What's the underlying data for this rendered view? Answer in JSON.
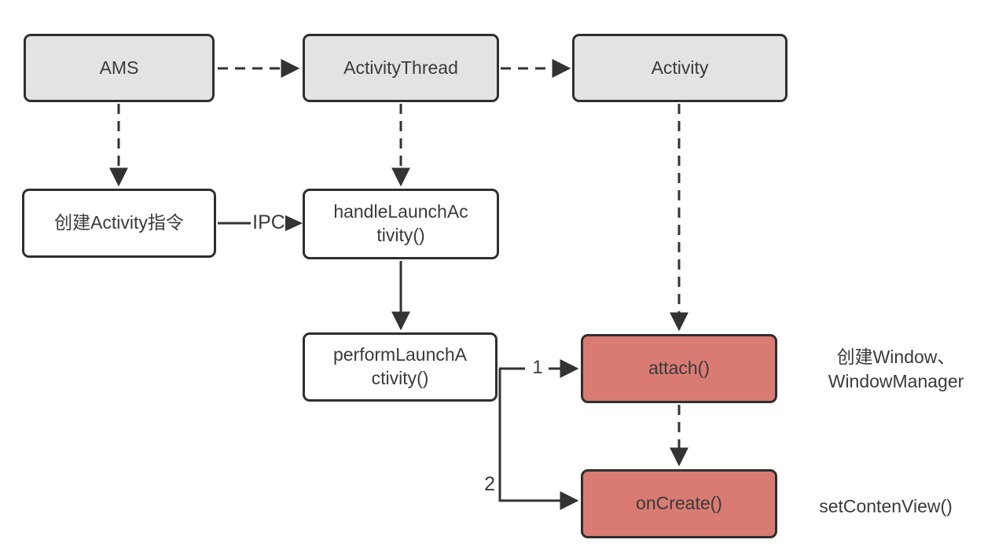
{
  "diagram": {
    "type": "flowchart",
    "description": "Android Activity launch sequence diagram"
  },
  "colors": {
    "gray_node_fill": "#e3e3e3",
    "white_node_fill": "#ffffff",
    "red_node_fill": "#d97b73",
    "node_border": "#2f2f2f",
    "line": "#333333",
    "text": "#3a3a3a",
    "background": "#ffffff"
  },
  "nodes": {
    "ams": {
      "label": "AMS"
    },
    "activity_thread": {
      "label": "ActivityThread"
    },
    "activity": {
      "label": "Activity"
    },
    "create_activity_cmd": {
      "label": "创建Activity指令"
    },
    "handle_launch_activity": {
      "label": "handleLaunchAc\ntivity()"
    },
    "perform_launch_activity": {
      "label": "performLaunchA\nctivity()"
    },
    "attach": {
      "label": "attach()"
    },
    "on_create": {
      "label": "onCreate()"
    }
  },
  "edge_labels": {
    "ipc": "IPC",
    "step_1": "1",
    "step_2": "2"
  },
  "annotations": {
    "attach_note": "创建Window、\nWindowManager",
    "on_create_note": "setContenView()"
  }
}
